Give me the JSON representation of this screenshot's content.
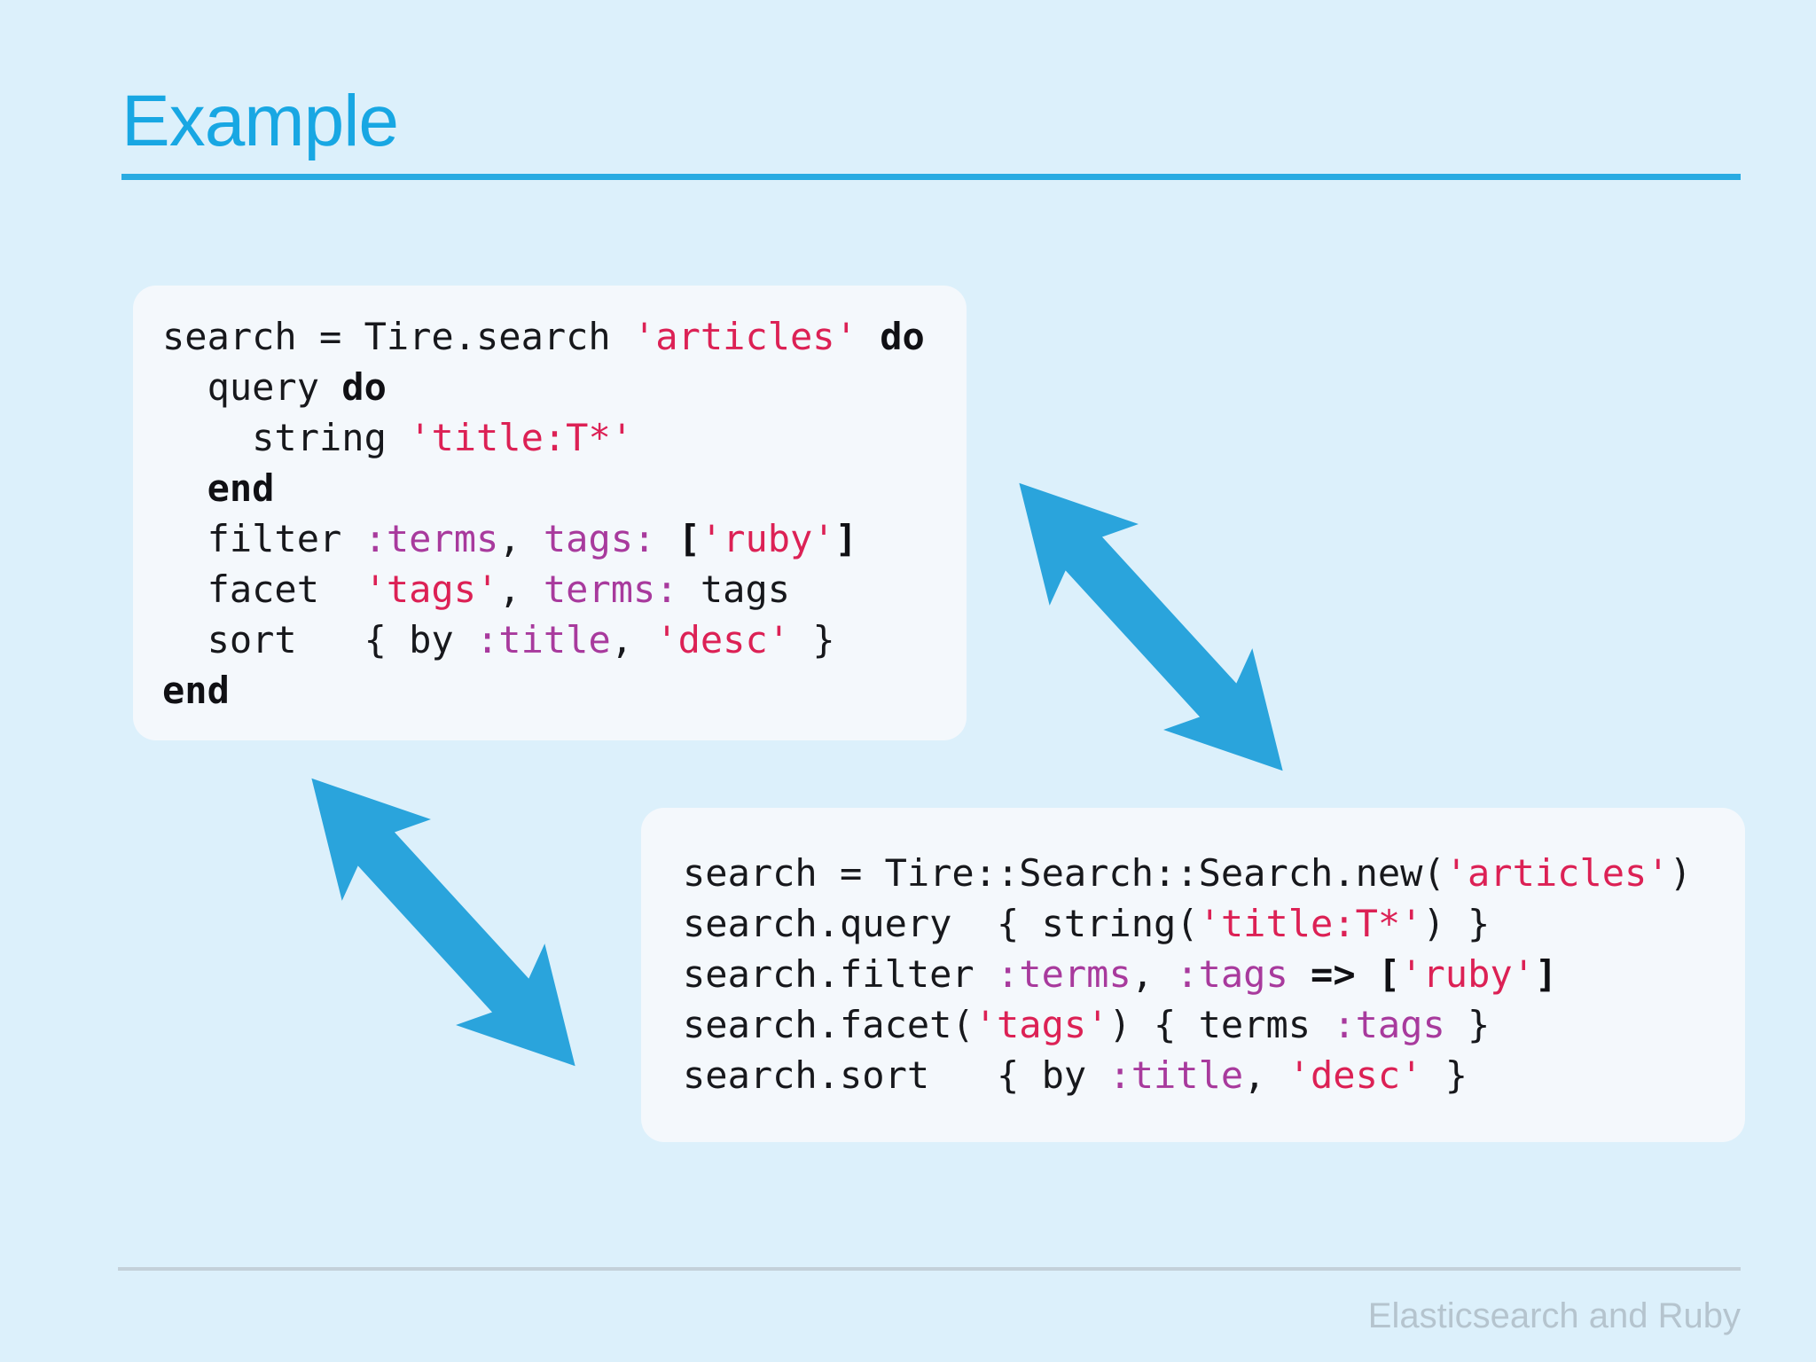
{
  "slide": {
    "title": "Example",
    "footer": "Elasticsearch and Ruby"
  },
  "colors": {
    "background": "#dcf0fb",
    "card_background": "#f4f8fc",
    "title_cyan": "#18a7e3",
    "rule_cyan": "#29abe2",
    "arrow_blue": "#2aa4dc",
    "code_plain": "#17181c",
    "code_string": "#dc2155",
    "code_symbol": "#a83a9d",
    "footer_text": "#b5c4ce",
    "footer_rule": "#c3d0d9"
  },
  "icons": {
    "arrows": [
      {
        "name": "double-arrow-icon",
        "meaning": "equivalence between DSL block form and explicit API form"
      },
      {
        "name": "double-arrow-icon",
        "meaning": "equivalence between DSL block form and explicit API form"
      }
    ]
  },
  "code_blocks": [
    {
      "id": "tire-dsl-block",
      "lines": [
        [
          {
            "t": "search = Tire.search ",
            "c": "p"
          },
          {
            "t": "'articles'",
            "c": "s"
          },
          {
            "t": " ",
            "c": "p"
          },
          {
            "t": "do",
            "c": "k"
          }
        ],
        [
          {
            "t": "  query ",
            "c": "p"
          },
          {
            "t": "do",
            "c": "k"
          }
        ],
        [
          {
            "t": "    string ",
            "c": "p"
          },
          {
            "t": "'title:T*'",
            "c": "s"
          }
        ],
        [
          {
            "t": "  ",
            "c": "p"
          },
          {
            "t": "end",
            "c": "k"
          }
        ],
        [
          {
            "t": "  filter ",
            "c": "p"
          },
          {
            "t": ":terms",
            "c": "y"
          },
          {
            "t": ", ",
            "c": "p"
          },
          {
            "t": "tags:",
            "c": "y"
          },
          {
            "t": " ",
            "c": "p"
          },
          {
            "t": "[",
            "c": "b"
          },
          {
            "t": "'ruby'",
            "c": "s"
          },
          {
            "t": "]",
            "c": "b"
          }
        ],
        [
          {
            "t": "  facet  ",
            "c": "p"
          },
          {
            "t": "'tags'",
            "c": "s"
          },
          {
            "t": ", ",
            "c": "p"
          },
          {
            "t": "terms:",
            "c": "y"
          },
          {
            "t": " tags",
            "c": "p"
          }
        ],
        [
          {
            "t": "  sort   { by ",
            "c": "p"
          },
          {
            "t": ":title",
            "c": "y"
          },
          {
            "t": ", ",
            "c": "p"
          },
          {
            "t": "'desc'",
            "c": "s"
          },
          {
            "t": " }",
            "c": "p"
          }
        ],
        [
          {
            "t": "end",
            "c": "k"
          }
        ]
      ]
    },
    {
      "id": "tire-api-block",
      "lines": [
        [
          {
            "t": "search = Tire::Search::Search.new(",
            "c": "p"
          },
          {
            "t": "'articles'",
            "c": "s"
          },
          {
            "t": ")",
            "c": "p"
          }
        ],
        [
          {
            "t": "search.query  { string(",
            "c": "p"
          },
          {
            "t": "'title:T*'",
            "c": "s"
          },
          {
            "t": ") }",
            "c": "p"
          }
        ],
        [
          {
            "t": "search.filter ",
            "c": "p"
          },
          {
            "t": ":terms",
            "c": "y"
          },
          {
            "t": ", ",
            "c": "p"
          },
          {
            "t": ":tags",
            "c": "y"
          },
          {
            "t": " ",
            "c": "p"
          },
          {
            "t": "=>",
            "c": "b"
          },
          {
            "t": " ",
            "c": "p"
          },
          {
            "t": "[",
            "c": "b"
          },
          {
            "t": "'ruby'",
            "c": "s"
          },
          {
            "t": "]",
            "c": "b"
          }
        ],
        [
          {
            "t": "search.facet(",
            "c": "p"
          },
          {
            "t": "'tags'",
            "c": "s"
          },
          {
            "t": ") { terms ",
            "c": "p"
          },
          {
            "t": ":tags",
            "c": "y"
          },
          {
            "t": " }",
            "c": "p"
          }
        ],
        [
          {
            "t": "search.sort   { by ",
            "c": "p"
          },
          {
            "t": ":title",
            "c": "y"
          },
          {
            "t": ", ",
            "c": "p"
          },
          {
            "t": "'desc'",
            "c": "s"
          },
          {
            "t": " }",
            "c": "p"
          }
        ]
      ]
    }
  ]
}
